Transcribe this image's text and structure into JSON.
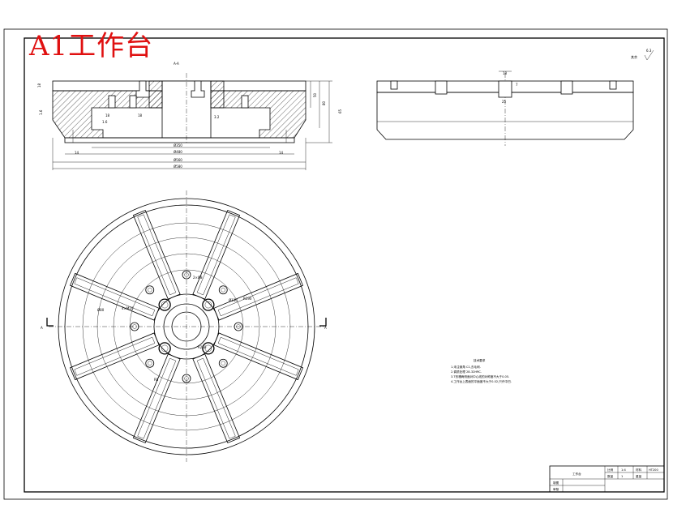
{
  "watermark": {
    "text": "A1工作台",
    "color": "#e01010"
  },
  "section_label": "A-A",
  "roughness_general": "6.3",
  "section_dims": {
    "diameters": [
      "Ø350",
      "Ø480",
      "Ø560",
      "Ø580"
    ],
    "heights": [
      "50",
      "80",
      "65",
      "18"
    ],
    "widths": [
      "18",
      "18",
      "14",
      "14"
    ],
    "roughness": [
      "1.6",
      "3.2",
      "1.6"
    ]
  },
  "side_dims": [
    "18",
    "25",
    "7"
  ],
  "plan_labels": [
    "4×M10",
    "R8",
    "2×Ø8",
    "Ø80",
    "Ø130",
    "R190",
    "R250",
    "A",
    "A"
  ],
  "tech_notes": {
    "heading": "技术要求",
    "lines": [
      "1.未注倒角 C1,去毛刺.",
      "2.调质处理 28-32HRC.",
      "3.T形槽两侧面对中心线的对称度不大于0.05.",
      "4.工作台上表面的平面度不大于0.02,只许中凹."
    ]
  },
  "title_block": {
    "part_name": "工作台",
    "cells": [
      "比例",
      "1:4",
      "材料",
      "HT200",
      "数量",
      "1",
      "重量",
      "",
      "制图",
      "审核"
    ]
  }
}
